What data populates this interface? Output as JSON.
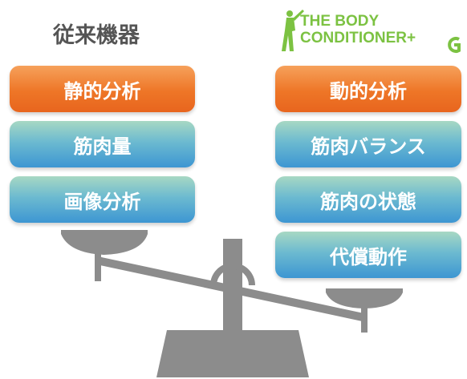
{
  "left": {
    "title": "従来機器",
    "items": [
      "静的分析",
      "筋肉量",
      "画像分析"
    ]
  },
  "right": {
    "logo_line1": "THE BODY",
    "logo_line2": "CONDITIONER+",
    "items": [
      "動的分析",
      "筋肉バランス",
      "筋肉の状態",
      "代償動作"
    ]
  },
  "colors": {
    "orange": "#ee7627",
    "blue": "#3d96d2",
    "scale": "#8c8c8c",
    "logo_green": "#7cc242"
  }
}
